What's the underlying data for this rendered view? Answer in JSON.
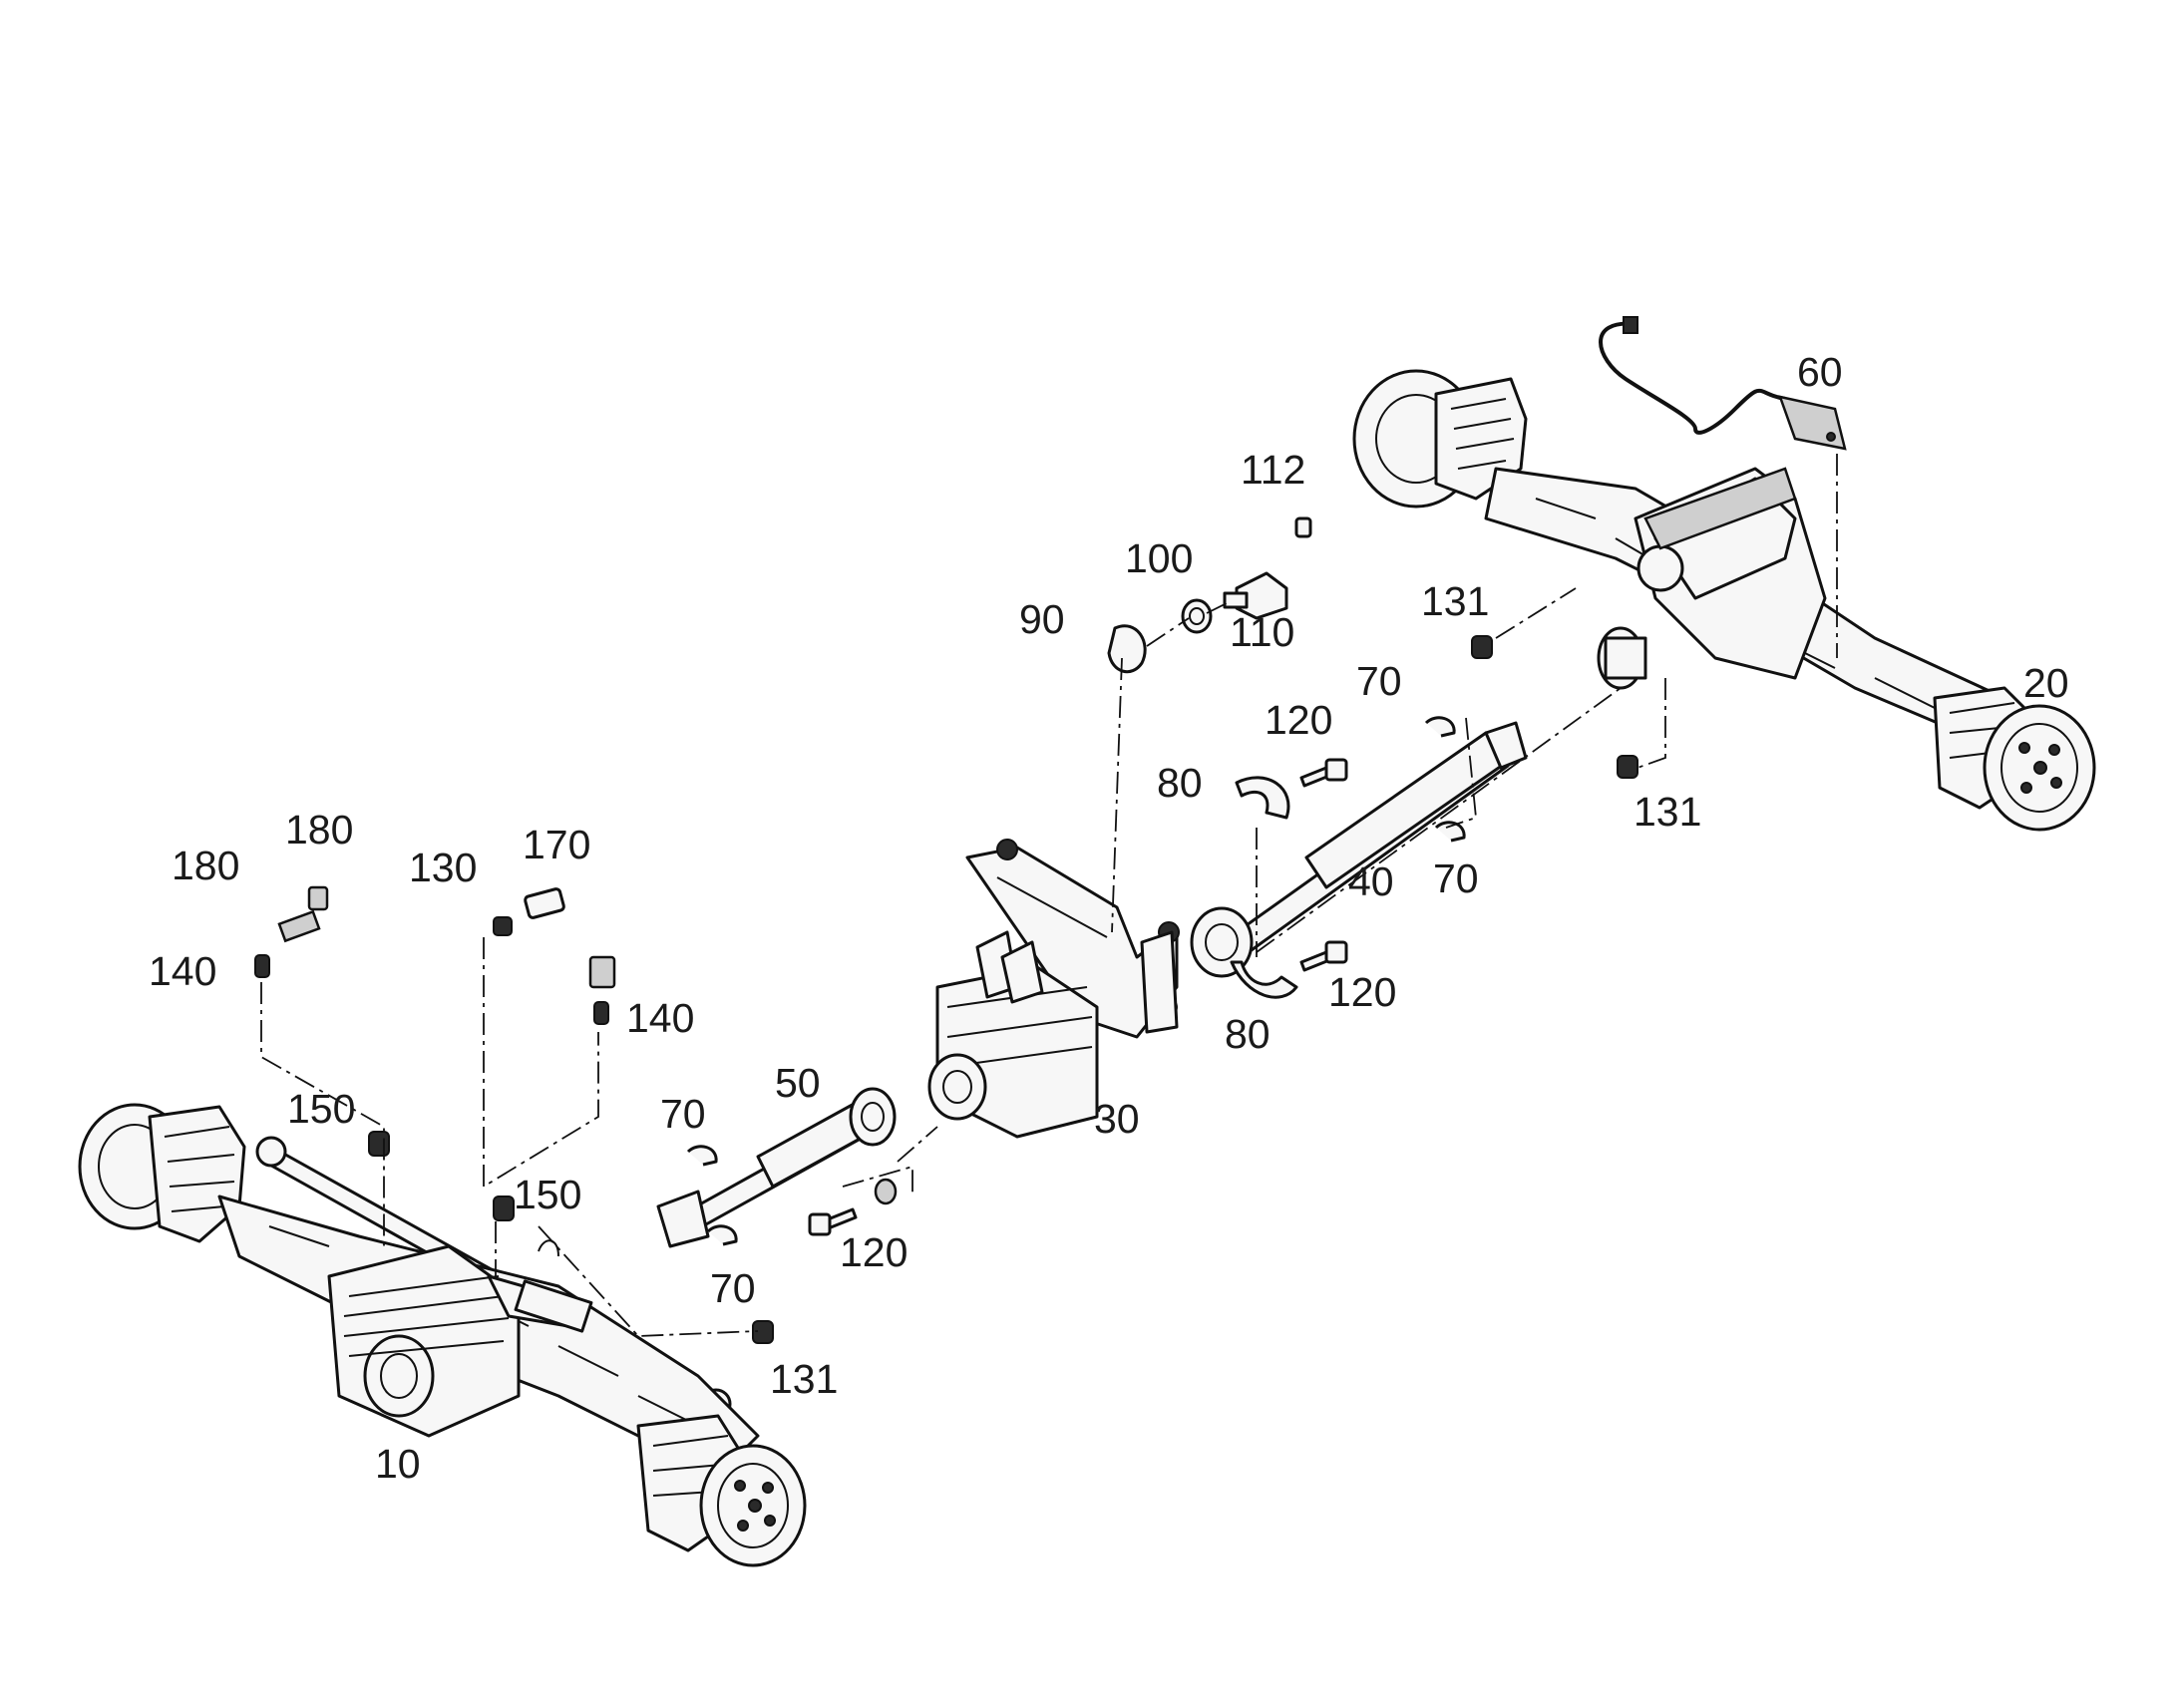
{
  "callouts": {
    "c10": "10",
    "c20": "20",
    "c30": "30",
    "c40": "40",
    "c50": "50",
    "c60": "60",
    "c70a": "70",
    "c70b": "70",
    "c70c": "70",
    "c70d": "70",
    "c80a": "80",
    "c80b": "80",
    "c90": "90",
    "c100": "100",
    "c110": "110",
    "c112": "112",
    "c120a": "120",
    "c120b": "120",
    "c120c": "120",
    "c130": "130",
    "c131a": "131",
    "c131b": "131",
    "c131c": "131",
    "c140a": "140",
    "c140b": "140",
    "c150a": "150",
    "c150b": "150",
    "c170": "170",
    "c180a": "180",
    "c180b": "180"
  }
}
